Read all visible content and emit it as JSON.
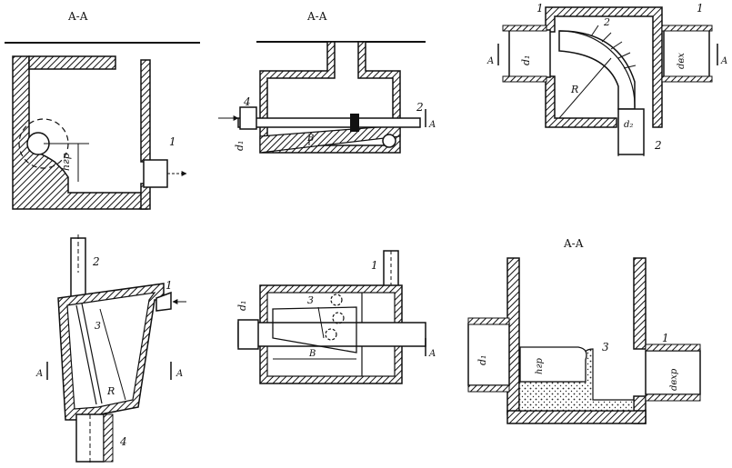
{
  "sections": [
    {
      "title": "A-A",
      "labels": {
        "pipe": "1",
        "h_label": "hгр"
      }
    },
    {
      "title": "A-A",
      "labels": {
        "pipe_in": "4",
        "pipe_out": "2",
        "d_label": "d₁",
        "b_label": "B",
        "cut": "A"
      }
    },
    {
      "title": "",
      "labels": {
        "pipe_in": "1",
        "pipe_out": "1",
        "bend": "2",
        "outlet": "2",
        "d_in": "d₁",
        "d_out": "dвх",
        "radius": "R",
        "d_small": "d₂",
        "cut_left": "A",
        "cut_right": "A"
      }
    },
    {
      "title": "",
      "labels": {
        "pipe_top": "2",
        "pipe_in": "1",
        "grate": "3",
        "pipe_bottom": "4",
        "radius": "R",
        "cut_left": "A",
        "cut_right": "A"
      }
    },
    {
      "title": "",
      "labels": {
        "pipe_top": "1",
        "grate": "3",
        "d_label": "d₁",
        "b_label": "B",
        "cut": "A"
      }
    },
    {
      "title": "A-A",
      "labels": {
        "pipe": "1",
        "sediment": "3",
        "d_in": "d₁",
        "h_label": "hгр",
        "d_out": "dвхр"
      }
    }
  ]
}
